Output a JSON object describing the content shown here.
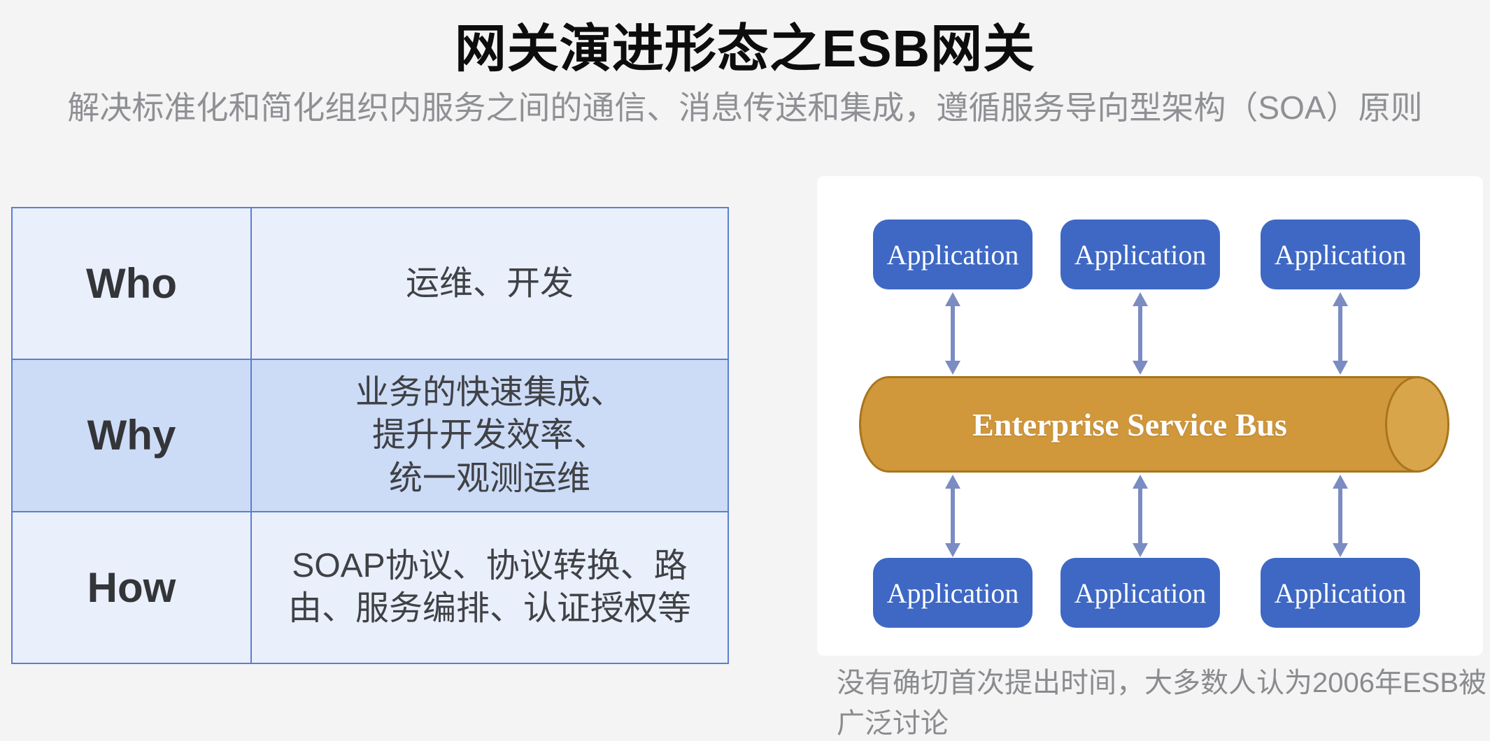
{
  "title": "网关演进形态之ESB网关",
  "subtitle": "解决标准化和简化组织内服务之间的通信、消息传送和集成，遵循服务导向型架构（SOA）原则",
  "table": {
    "rows": [
      {
        "label": "Who",
        "content": "运维、开发"
      },
      {
        "label": "Why",
        "content": "业务的快速集成、\n提升开发效率、\n统一观测运维"
      },
      {
        "label": "How",
        "content": "SOAP协议、协议转换、路\n由、服务编排、认证授权等"
      }
    ]
  },
  "diagram": {
    "app_label": "Application",
    "bus_label": "Enterprise Service Bus",
    "caption": "没有确切首次提出时间，大多数人认为2006年ESB被广泛讨论",
    "colors": {
      "application_box": "#3e68c4",
      "bus_body": "#d0973b",
      "bus_border": "#a8751f",
      "arrow": "#7b8cc2",
      "table_border": "#5b7fd0",
      "table_row_light": "#e9effb",
      "table_row_dark": "#ccdbf6"
    }
  }
}
